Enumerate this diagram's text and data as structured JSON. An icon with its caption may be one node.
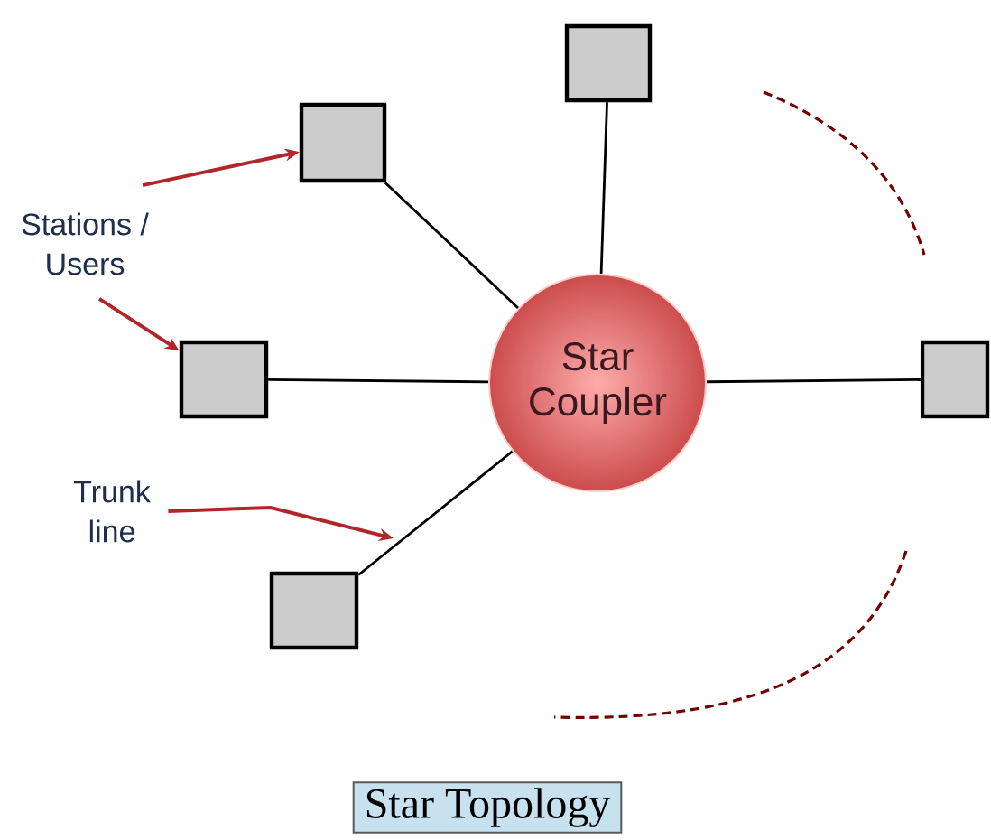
{
  "diagram": {
    "title": "Star Topology",
    "nodes": [
      {
        "text": [
          "Star Coupler"
        ]
      },
      {
        "text": [],
        "shape": "box"
      },
      {
        "text": [],
        "shape": "box"
      },
      {
        "text": [],
        "shape": "box"
      },
      {
        "text": [],
        "shape": "box"
      },
      {
        "text": [],
        "shape": "box"
      },
      {
        "text": [
          "Stations / Users"
        ]
      },
      {
        "text": [
          "Trunk line"
        ]
      }
    ],
    "edges": [
      {
        "from": 0,
        "to": 1,
        "arrow": "none"
      },
      {
        "from": 0,
        "to": 2,
        "arrow": "none"
      },
      {
        "from": 0,
        "to": 3,
        "arrow": "none"
      },
      {
        "from": 0,
        "to": 4,
        "arrow": "none"
      },
      {
        "from": 0,
        "to": 5,
        "arrow": "none"
      },
      {
        "from": 6,
        "to": 1,
        "arrow": "to",
        "color": "#b0262b"
      },
      {
        "from": 6,
        "to": 3,
        "arrow": "to",
        "color": "#b0262b"
      },
      {
        "from": 7,
        "to": null,
        "arrow": "to",
        "color": "#b0262b"
      }
    ]
  }
}
